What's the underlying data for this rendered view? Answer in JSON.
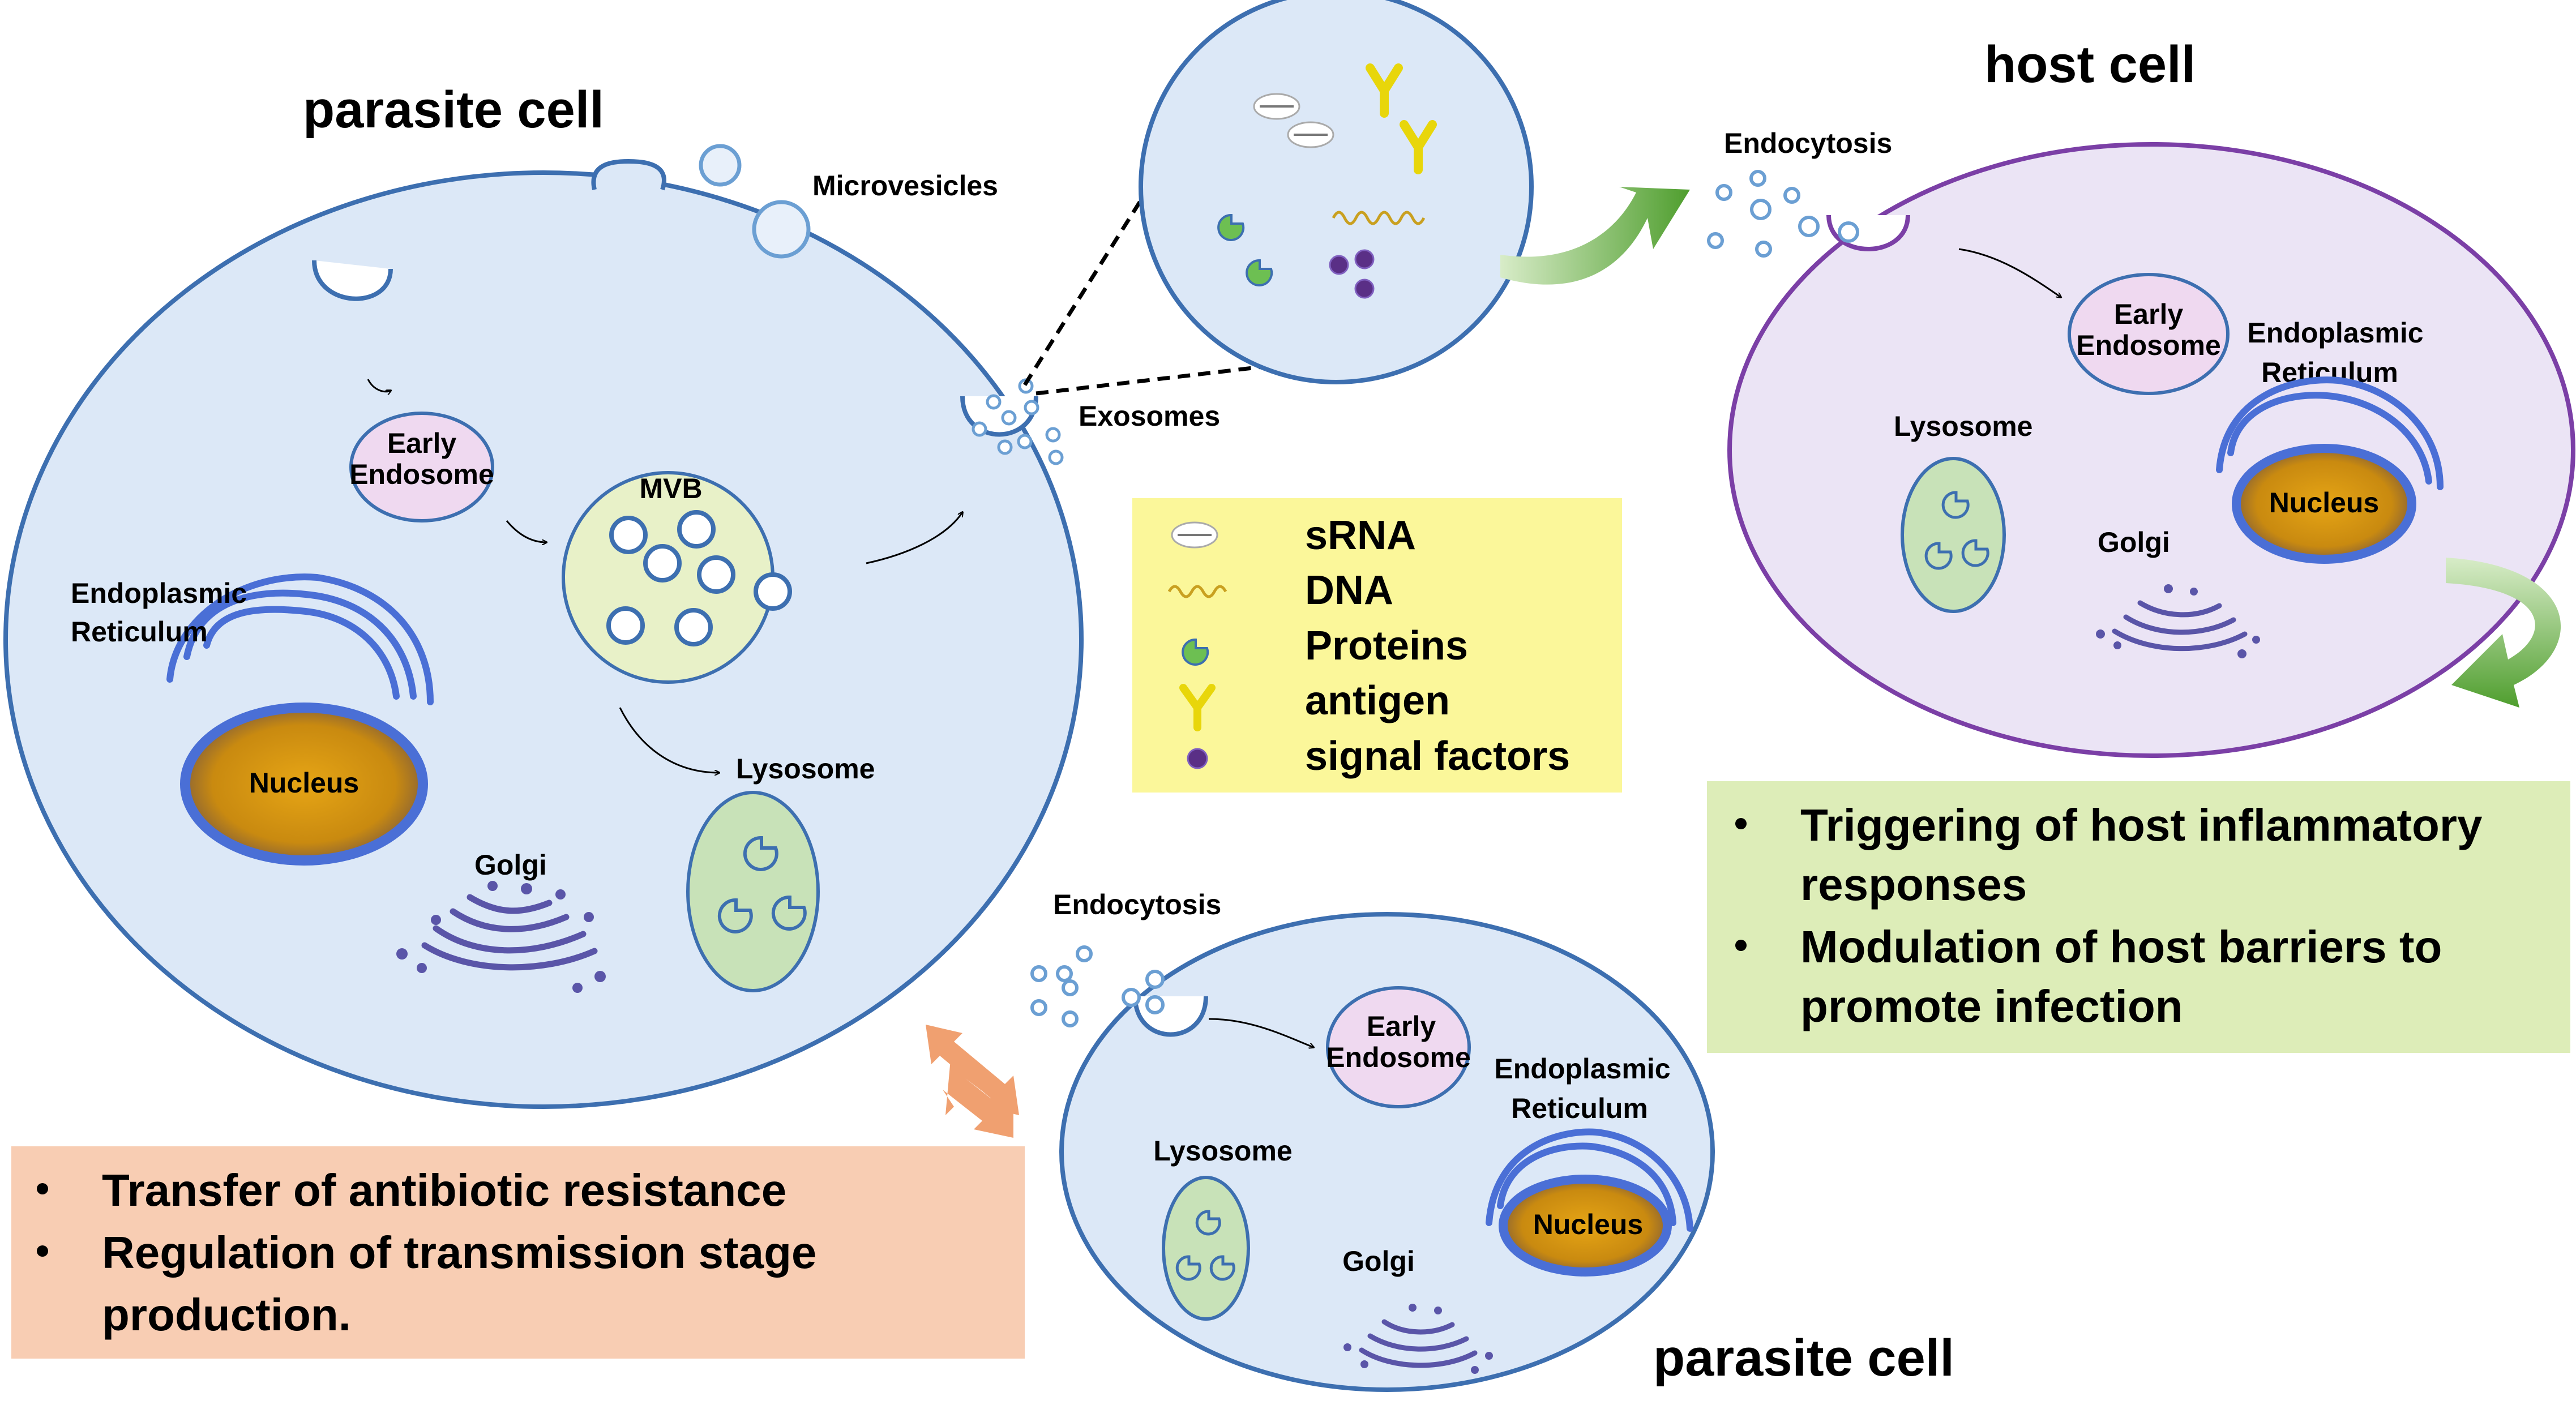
{
  "titles": {
    "parasite_top": "parasite cell",
    "host": "host cell",
    "parasite_bottom": "parasite cell"
  },
  "parasite_cell": {
    "microvesicles": "Microvesicles",
    "exosomes": "Exosomes",
    "early_endosome": [
      "Early",
      "Endosome"
    ],
    "mvb": "MVB",
    "er": [
      "Endoplasmic",
      "Reticulum"
    ],
    "nucleus": "Nucleus",
    "lysosome": "Lysosome",
    "golgi": "Golgi"
  },
  "host_cell": {
    "endocytosis": "Endocytosis",
    "early_endosome": [
      "Early",
      "Endosome"
    ],
    "er": [
      "Endoplasmic",
      "Reticulum"
    ],
    "lysosome": "Lysosome",
    "nucleus": "Nucleus",
    "golgi": "Golgi"
  },
  "parasite_cell_2": {
    "endocytosis": "Endocytosis",
    "early_endosome": [
      "Early",
      "Endosome"
    ],
    "er": [
      "Endoplasmic",
      "Reticulum"
    ],
    "lysosome": "Lysosome",
    "nucleus": "Nucleus",
    "golgi": "Golgi"
  },
  "legend": {
    "items": [
      {
        "icon": "srna-icon",
        "label": "sRNA"
      },
      {
        "icon": "dna-icon",
        "label": "DNA"
      },
      {
        "icon": "protein-icon",
        "label": "Proteins"
      },
      {
        "icon": "antigen-icon",
        "label": "antigen"
      },
      {
        "icon": "signal-factor-icon",
        "label": "signal factors"
      }
    ]
  },
  "host_effects": {
    "bullets": [
      [
        "Triggering of host  inflammatory",
        "responses"
      ],
      [
        "Modulation of host barriers to",
        "promote infection"
      ]
    ]
  },
  "parasite_effects": {
    "bullets": [
      [
        "Transfer of antibiotic resistance"
      ],
      [
        "Regulation of transmission stage",
        "production."
      ]
    ]
  },
  "colors": {
    "parasite_fill": "#dce8f7",
    "parasite_stroke": "#3d6fb0",
    "host_fill": "#ebe4f5",
    "host_stroke": "#7b3fa6",
    "legend_bg": "#fbf79a",
    "host_box_bg": "#ddedb8",
    "parasite_box_bg": "#f8cdb3",
    "green_arrow": "#5aa83a",
    "orange_arrow": "#f0a070"
  }
}
